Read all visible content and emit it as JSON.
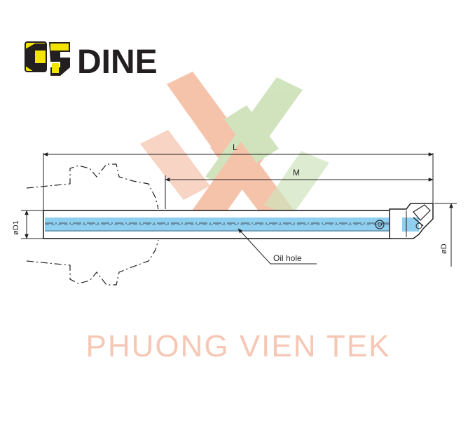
{
  "logo": {
    "brand": "DINE",
    "colors": {
      "yellow": "#f2e300",
      "black": "#231f20"
    }
  },
  "watermark": {
    "text": "PHUONG VIEN TEK",
    "color": "#f6c7b4",
    "mark_colors": [
      "#f4b89c",
      "#c8dfb2"
    ]
  },
  "drawing": {
    "dimensions": {
      "length": "L",
      "length_to_head": "M",
      "shank_diameter": "øD1",
      "min_bore_diameter": "øD"
    },
    "callouts": {
      "oil_hole": "Oil hole"
    },
    "colors": {
      "line": "#231f20",
      "coolant_channel": "#8fcff0"
    }
  }
}
